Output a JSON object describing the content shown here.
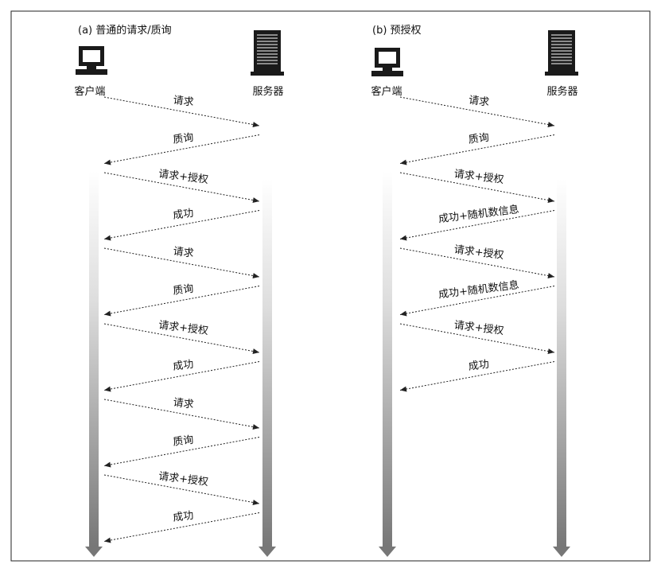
{
  "panel_a": {
    "title": "(a) 普通的请求/质询",
    "client_label": "客户端",
    "server_label": "服务器",
    "messages": [
      {
        "text": "请求",
        "dir": "to_server"
      },
      {
        "text": "质询",
        "dir": "to_client"
      },
      {
        "text": "请求+授权",
        "dir": "to_server"
      },
      {
        "text": "成功",
        "dir": "to_client"
      },
      {
        "text": "请求",
        "dir": "to_server"
      },
      {
        "text": "质询",
        "dir": "to_client"
      },
      {
        "text": "请求+授权",
        "dir": "to_server"
      },
      {
        "text": "成功",
        "dir": "to_client"
      },
      {
        "text": "请求",
        "dir": "to_server"
      },
      {
        "text": "质询",
        "dir": "to_client"
      },
      {
        "text": "请求+授权",
        "dir": "to_server"
      },
      {
        "text": "成功",
        "dir": "to_client"
      }
    ]
  },
  "panel_b": {
    "title": "(b) 预授权",
    "client_label": "客户端",
    "server_label": "服务器",
    "messages": [
      {
        "text": "请求",
        "dir": "to_server"
      },
      {
        "text": "质询",
        "dir": "to_client"
      },
      {
        "text": "请求+授权",
        "dir": "to_server"
      },
      {
        "text": "成功+随机数信息",
        "dir": "to_client"
      },
      {
        "text": "请求+授权",
        "dir": "to_server"
      },
      {
        "text": "成功+随机数信息",
        "dir": "to_client"
      },
      {
        "text": "请求+授权",
        "dir": "to_server"
      },
      {
        "text": "成功",
        "dir": "to_client"
      }
    ]
  }
}
